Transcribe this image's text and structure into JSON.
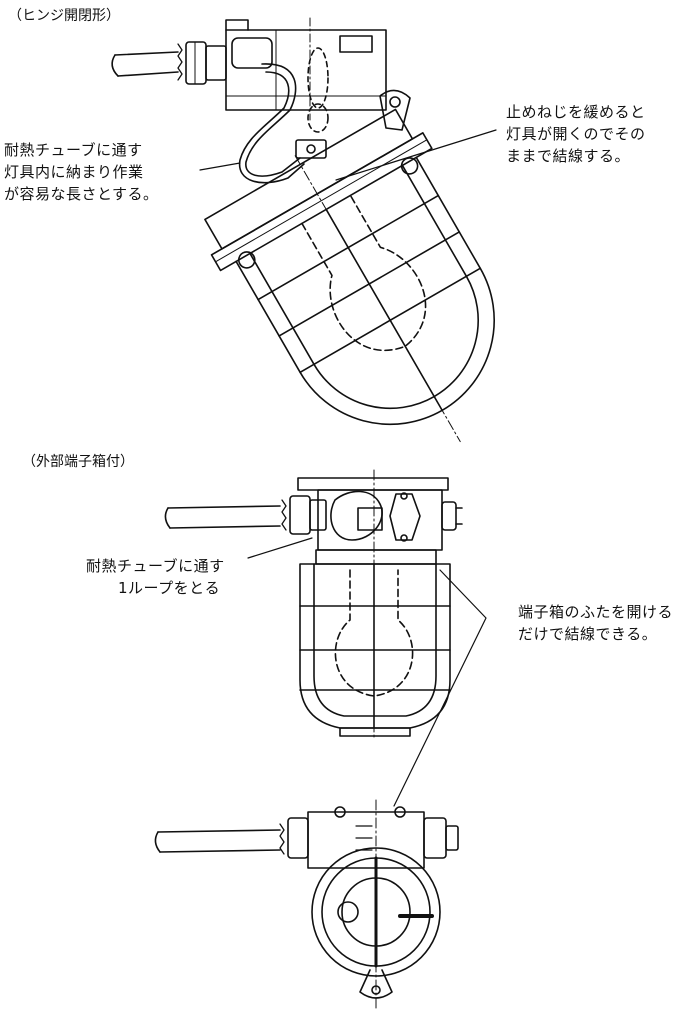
{
  "sections": {
    "hinge": {
      "title": "（ヒンジ開閉形）",
      "left_note": [
        "耐熱チューブに通す",
        "灯具内に納まり作業",
        "が容易な長さとする。"
      ],
      "right_note": [
        "止めねじを緩めると",
        "灯具が開くのでその",
        "ままで結線する。"
      ]
    },
    "terminal_box": {
      "title": "（外部端子箱付）",
      "left_note": [
        "耐熱チューブに通す",
        "1ループをとる"
      ],
      "right_note": [
        "端子箱のふたを開ける",
        "だけで結線できる。"
      ]
    }
  },
  "colors": {
    "ink": "#111111",
    "paper": "#ffffff"
  }
}
